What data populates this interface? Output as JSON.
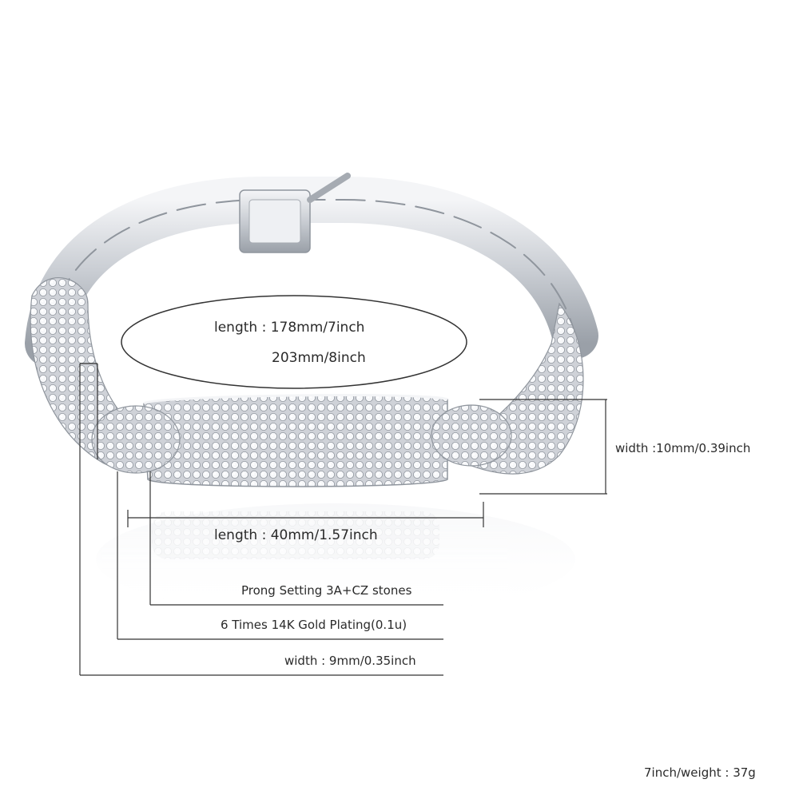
{
  "colors": {
    "background": "#ffffff",
    "metal": "#d8dbe0",
    "metal_dark": "#9aa0a8",
    "stone": "#f2f3f6",
    "line": "#333333",
    "text": "#2a2a2a"
  },
  "annotations": {
    "length_bracelet_label": "length : 178mm/7inch",
    "length_bracelet_alt": "203mm/8inch",
    "width_plate_label": "width :10mm/0.39inch",
    "length_plate_label": "length : 40mm/1.57inch",
    "prong_label": "Prong Setting 3A+CZ stones",
    "plating_label": "6 Times  14K  Gold  Plating(0.1u)",
    "width_link_label": "width : 9mm/0.35inch",
    "weight_label": "7inch/weight :  37g"
  },
  "image": {
    "subject": "iced-out cuban link bracelet with ID plate and box clasp",
    "icons": [
      "bracelet-image",
      "box-clasp"
    ]
  }
}
